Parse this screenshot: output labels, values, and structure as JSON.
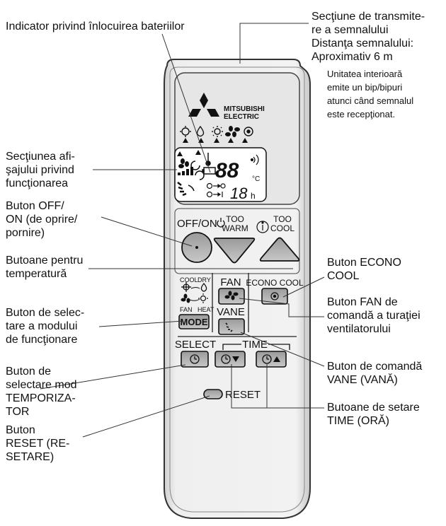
{
  "brand": {
    "name_line1": "MITSUBISHI",
    "name_line2": "ELECTRIC"
  },
  "lcd": {
    "temperature": "88",
    "unit": "°C",
    "timer_hours": "18",
    "timer_unit": "h"
  },
  "remote": {
    "off_on_label": "OFF/ON",
    "too_warm_line1": "TOO",
    "too_warm_line2": "WARM",
    "too_cool_line1": "TOO",
    "too_cool_line2": "COOL",
    "mode_cool": "COOL",
    "mode_dry": "DRY",
    "mode_fan": "FAN",
    "mode_heat": "HEAT",
    "fan_label": "FAN",
    "econo_cool_label": "ECONO COOL",
    "vane_label": "VANE",
    "mode_button": "MODE",
    "select_label": "SELECT",
    "time_label": "TIME",
    "reset_label": "RESET"
  },
  "labels": {
    "signal_section": "Secţiune de transmite-\nre a semnalului\nDistanţa semnalului:\nAproximativ 6 m",
    "beep_note": "Unitatea interioară\nemite un bip/bipuri\natunci când semnalul\neste recepţionat.",
    "battery_indicator": "Indicator privind înlocuirea bateriilor",
    "display_section": "Secţiunea afi-\nşajului privind\nfuncţionarea",
    "off_on_button": "Buton OFF/\nON (de oprire/\npornire)",
    "temperature_buttons": "Butoane pentru\ntemperatură",
    "mode_select_button": "Buton de selec-\ntare a modului\nde funcţionare",
    "timer_mode_button": "Buton de\nselectare mod\nTEMPORIZA-\nTOR",
    "reset_button": "Buton\nRESET (RE-\nSETARE)",
    "econo_cool_button": "Buton ECONO\nCOOL",
    "fan_button": "Buton FAN de\ncomandă a turaţiei\nventilatorului",
    "vane_button": "Buton de comandă\nVANE (VANĂ)",
    "time_buttons": "Butoane de setare\nTIME (ORĂ)"
  }
}
